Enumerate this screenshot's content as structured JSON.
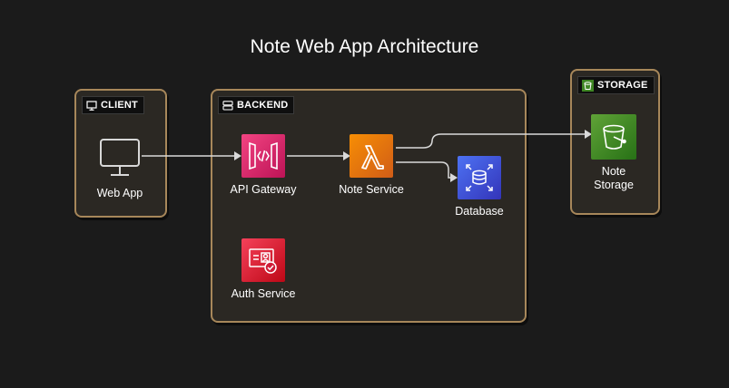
{
  "title": "Note Web App Architecture",
  "groups": {
    "client": {
      "label": "CLIENT"
    },
    "backend": {
      "label": "BACKEND"
    },
    "storage": {
      "label": "STORAGE"
    }
  },
  "nodes": {
    "web_app": {
      "label": "Web App",
      "icon": "monitor-icon"
    },
    "api_gateway": {
      "label": "API Gateway",
      "icon": "api-gateway-icon"
    },
    "note_service": {
      "label": "Note Service",
      "icon": "lambda-icon"
    },
    "database": {
      "label": "Database",
      "icon": "database-icon"
    },
    "auth_service": {
      "label": "Auth Service",
      "icon": "identity-icon"
    },
    "note_storage": {
      "label": "Note\nStorage",
      "icon": "bucket-icon"
    }
  },
  "edges": [
    {
      "from": "web_app",
      "to": "api_gateway"
    },
    {
      "from": "api_gateway",
      "to": "note_service"
    },
    {
      "from": "note_service",
      "to": "database"
    },
    {
      "from": "note_service",
      "to": "note_storage"
    }
  ],
  "colors": {
    "background": "#1b1b1b",
    "group_fill": "#2b2823",
    "group_border": "#a7875a",
    "edge": "#d9d9d9",
    "api_gateway": "#e7157b",
    "lambda": "#ed7100",
    "database": "#3b48cc",
    "auth": "#dd344c",
    "storage": "#3f8624"
  }
}
